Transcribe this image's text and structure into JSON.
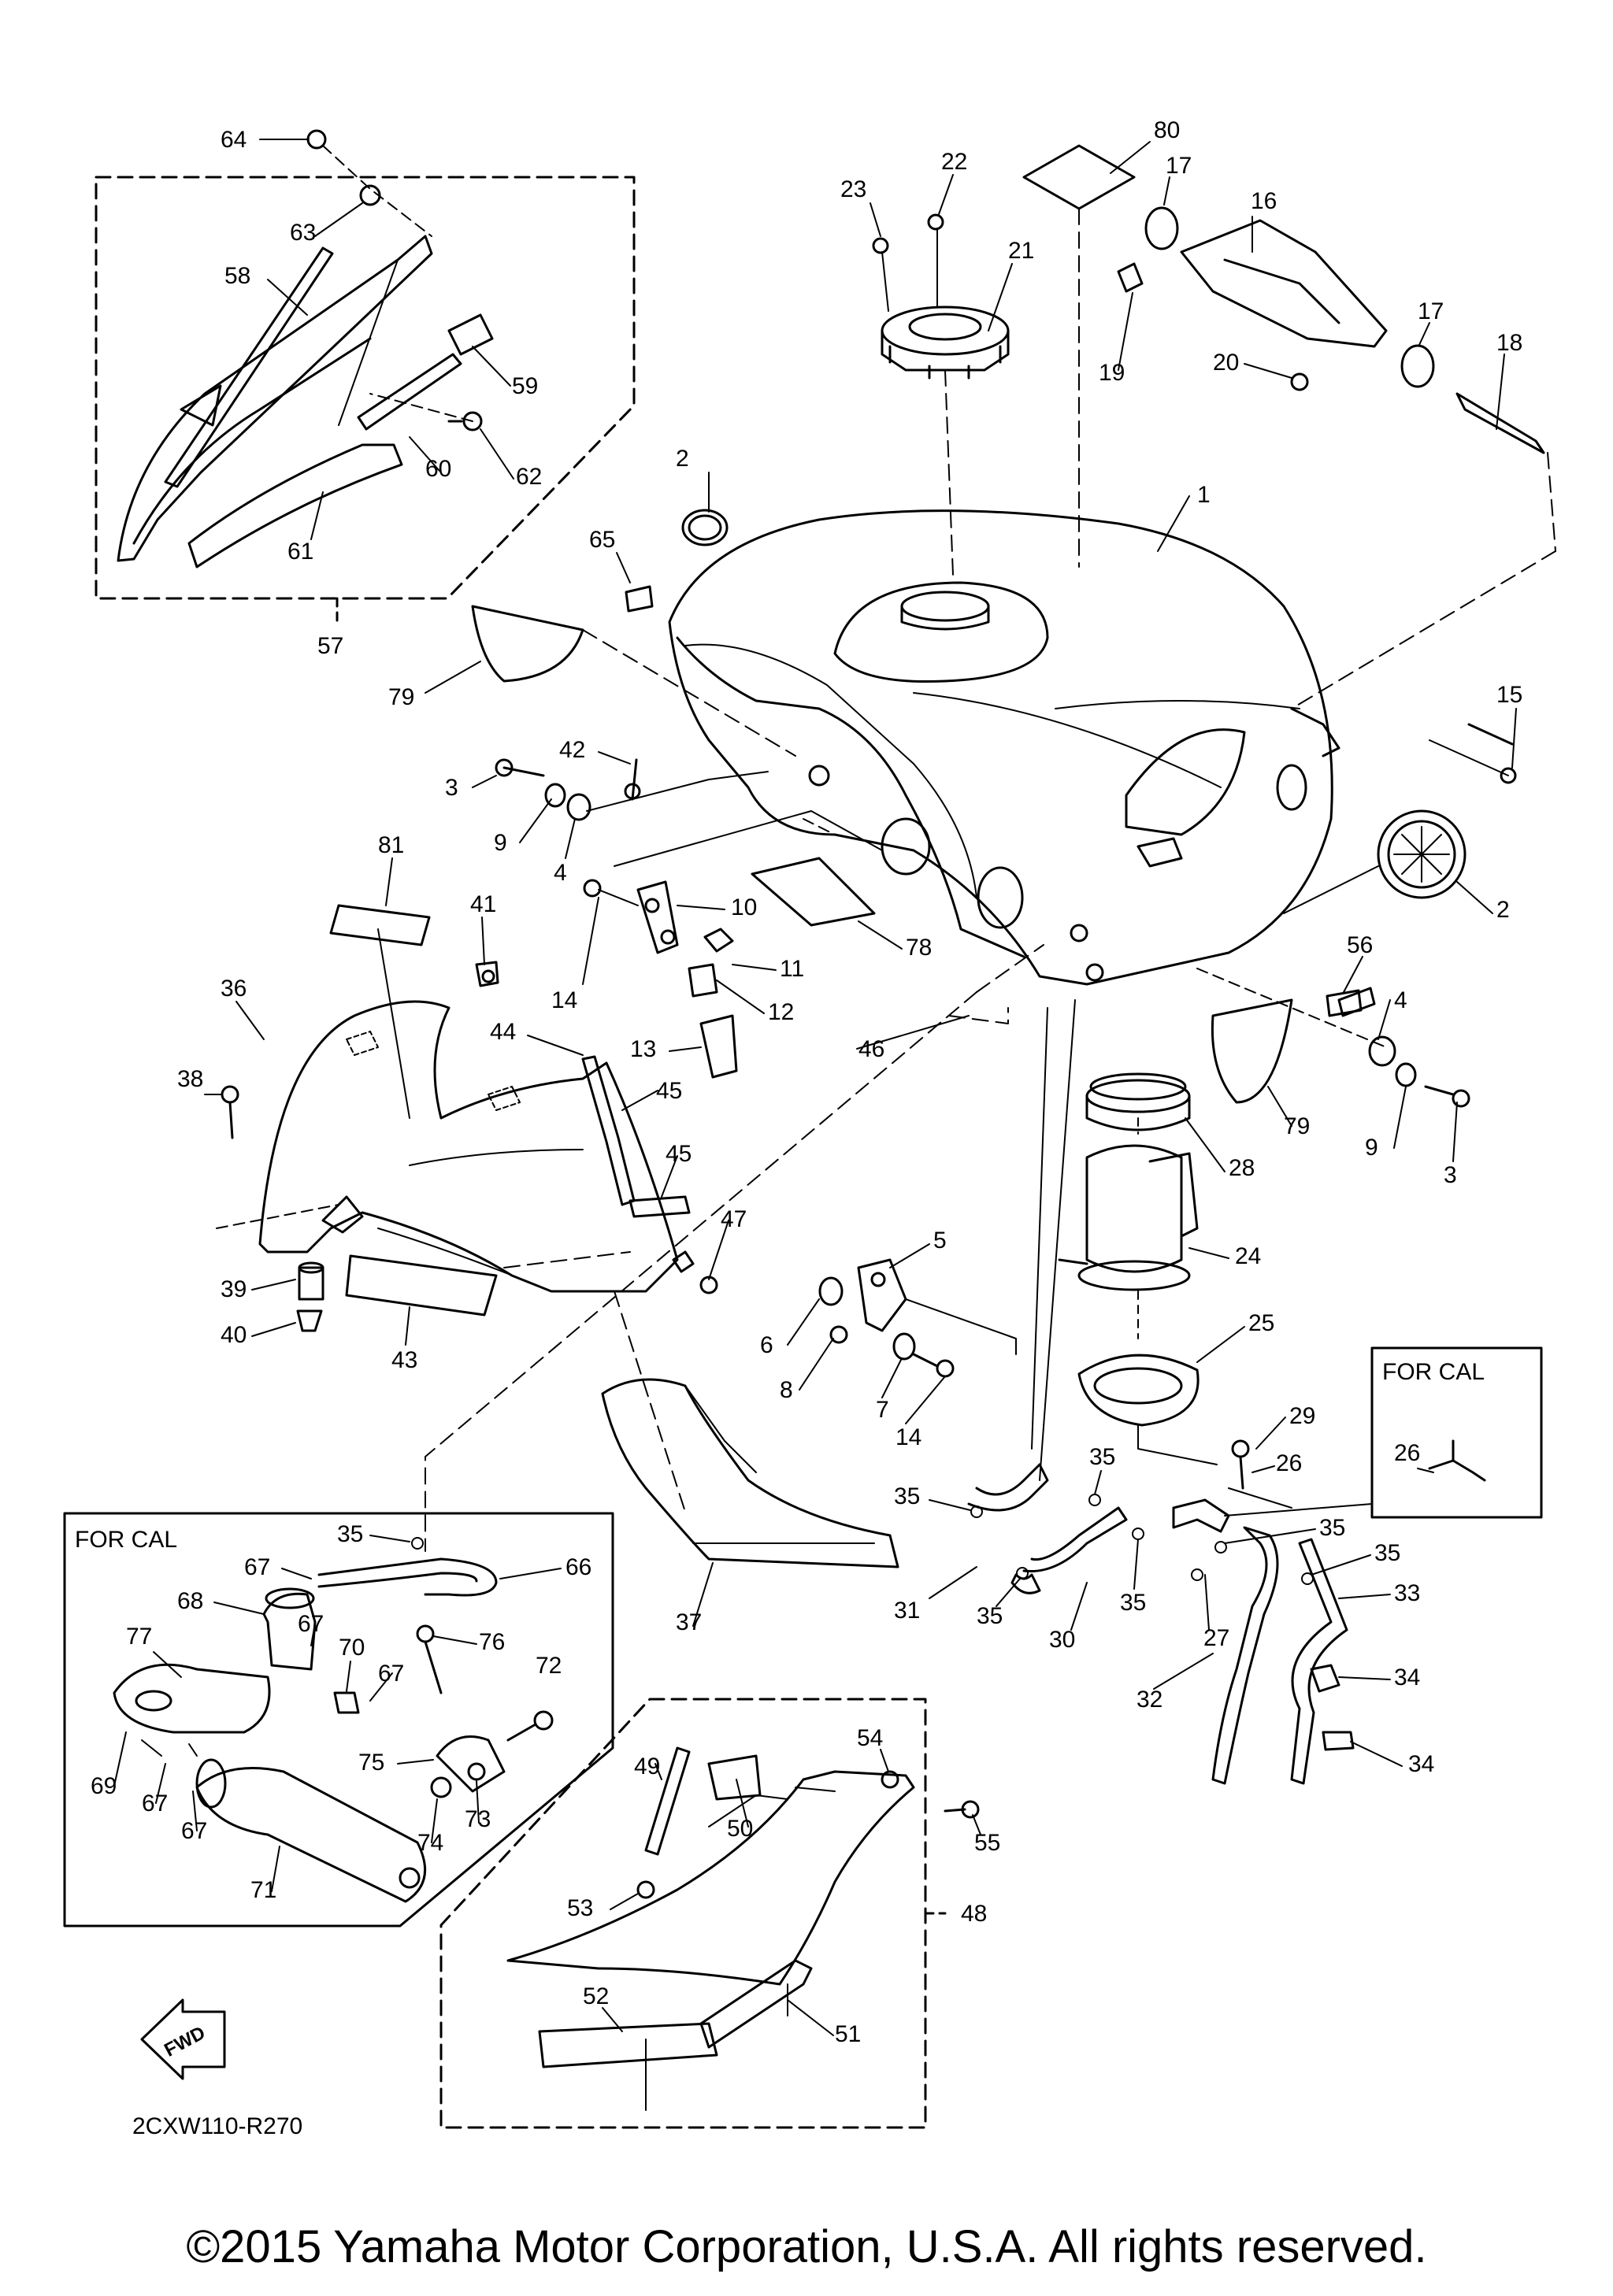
{
  "diagram": {
    "code": "2CXW110-R270",
    "fwd_label": "FWD",
    "for_cal_label_1": "FOR CAL",
    "for_cal_label_2": "FOR CAL",
    "copyright": "©2015 Yamaha Motor Corporation, U.S.A. All rights reserved."
  },
  "callouts": [
    "1",
    "2",
    "2",
    "3",
    "3",
    "4",
    "4",
    "5",
    "6",
    "7",
    "8",
    "9",
    "9",
    "10",
    "11",
    "12",
    "13",
    "14",
    "14",
    "15",
    "16",
    "17",
    "17",
    "18",
    "19",
    "20",
    "21",
    "22",
    "23",
    "24",
    "25",
    "26",
    "26",
    "27",
    "28",
    "29",
    "30",
    "31",
    "32",
    "33",
    "34",
    "34",
    "35",
    "35",
    "35",
    "35",
    "35",
    "35",
    "35",
    "35",
    "36",
    "37",
    "38",
    "39",
    "40",
    "41",
    "42",
    "43",
    "44",
    "45",
    "45",
    "46",
    "47",
    "48",
    "49",
    "50",
    "51",
    "52",
    "53",
    "54",
    "55",
    "56",
    "57",
    "58",
    "59",
    "60",
    "61",
    "62",
    "63",
    "64",
    "65",
    "66",
    "67",
    "67",
    "67",
    "67",
    "67",
    "68",
    "69",
    "70",
    "71",
    "72",
    "73",
    "74",
    "75",
    "76",
    "77",
    "78",
    "79",
    "79",
    "80",
    "81"
  ]
}
